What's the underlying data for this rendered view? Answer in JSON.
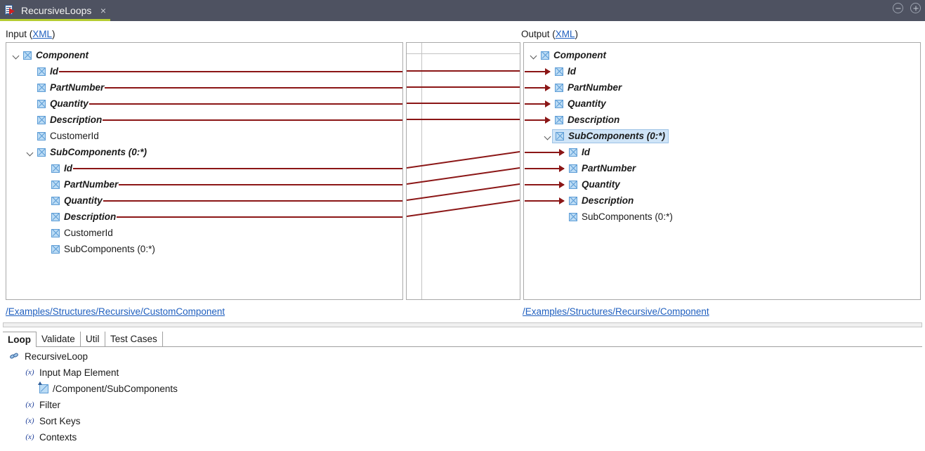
{
  "window": {
    "tab_title": "RecursiveLoops",
    "tab_icon": "mapping-document-icon",
    "close_label": "×",
    "minimize_label": "minimize",
    "maximize_label": "maximize"
  },
  "input_section": {
    "label_prefix": "Input (",
    "label_link": "XML",
    "label_suffix": ")",
    "path": "/Examples/Structures/Recursive/CustomComponent",
    "nodes": [
      {
        "label": "Component",
        "depth": 0,
        "mapped": true,
        "expandable": true,
        "expanded": true,
        "connected": false
      },
      {
        "label": "Id",
        "depth": 1,
        "mapped": true,
        "expandable": false,
        "expanded": false,
        "connected": true
      },
      {
        "label": "PartNumber",
        "depth": 1,
        "mapped": true,
        "expandable": false,
        "expanded": false,
        "connected": true
      },
      {
        "label": "Quantity",
        "depth": 1,
        "mapped": true,
        "expandable": false,
        "expanded": false,
        "connected": true
      },
      {
        "label": "Description",
        "depth": 1,
        "mapped": true,
        "expandable": false,
        "expanded": false,
        "connected": true
      },
      {
        "label": "CustomerId",
        "depth": 1,
        "mapped": false,
        "expandable": false,
        "expanded": false,
        "connected": false
      },
      {
        "label": "SubComponents (0:*)",
        "depth": 1,
        "mapped": true,
        "expandable": true,
        "expanded": true,
        "connected": false
      },
      {
        "label": "Id",
        "depth": 2,
        "mapped": true,
        "expandable": false,
        "expanded": false,
        "connected": true
      },
      {
        "label": "PartNumber",
        "depth": 2,
        "mapped": true,
        "expandable": false,
        "expanded": false,
        "connected": true
      },
      {
        "label": "Quantity",
        "depth": 2,
        "mapped": true,
        "expandable": false,
        "expanded": false,
        "connected": true
      },
      {
        "label": "Description",
        "depth": 2,
        "mapped": true,
        "expandable": false,
        "expanded": false,
        "connected": true
      },
      {
        "label": "CustomerId",
        "depth": 2,
        "mapped": false,
        "expandable": false,
        "expanded": false,
        "connected": false
      },
      {
        "label": "SubComponents (0:*)",
        "depth": 2,
        "mapped": false,
        "expandable": false,
        "expanded": false,
        "connected": false
      }
    ]
  },
  "output_section": {
    "label_prefix": "Output (",
    "label_link": "XML",
    "label_suffix": ")",
    "path": "/Examples/Structures/Recursive/Component",
    "nodes": [
      {
        "label": "Component",
        "depth": 0,
        "mapped": true,
        "expandable": true,
        "expanded": true,
        "arrow": false,
        "selected": false
      },
      {
        "label": "Id",
        "depth": 1,
        "mapped": true,
        "expandable": false,
        "expanded": false,
        "arrow": true,
        "selected": false
      },
      {
        "label": "PartNumber",
        "depth": 1,
        "mapped": true,
        "expandable": false,
        "expanded": false,
        "arrow": true,
        "selected": false
      },
      {
        "label": "Quantity",
        "depth": 1,
        "mapped": true,
        "expandable": false,
        "expanded": false,
        "arrow": true,
        "selected": false
      },
      {
        "label": "Description",
        "depth": 1,
        "mapped": true,
        "expandable": false,
        "expanded": false,
        "arrow": true,
        "selected": false
      },
      {
        "label": "SubComponents (0:*)",
        "depth": 1,
        "mapped": true,
        "expandable": true,
        "expanded": true,
        "arrow": false,
        "selected": true
      },
      {
        "label": "Id",
        "depth": 2,
        "mapped": true,
        "expandable": false,
        "expanded": false,
        "arrow": true,
        "selected": false
      },
      {
        "label": "PartNumber",
        "depth": 2,
        "mapped": true,
        "expandable": false,
        "expanded": false,
        "arrow": true,
        "selected": false
      },
      {
        "label": "Quantity",
        "depth": 2,
        "mapped": true,
        "expandable": false,
        "expanded": false,
        "arrow": true,
        "selected": false
      },
      {
        "label": "Description",
        "depth": 2,
        "mapped": true,
        "expandable": false,
        "expanded": false,
        "arrow": true,
        "selected": false
      },
      {
        "label": "SubComponents (0:*)",
        "depth": 2,
        "mapped": false,
        "expandable": false,
        "expanded": false,
        "arrow": false,
        "selected": false
      }
    ]
  },
  "mapping_links": [
    {
      "from_row": 1,
      "to_row": 1,
      "type": "straight"
    },
    {
      "from_row": 2,
      "to_row": 2,
      "type": "straight"
    },
    {
      "from_row": 3,
      "to_row": 3,
      "type": "straight"
    },
    {
      "from_row": 4,
      "to_row": 4,
      "type": "straight"
    },
    {
      "from_row": 7,
      "to_row": 6,
      "type": "diagonal"
    },
    {
      "from_row": 8,
      "to_row": 7,
      "type": "diagonal"
    },
    {
      "from_row": 9,
      "to_row": 8,
      "type": "diagonal"
    },
    {
      "from_row": 10,
      "to_row": 9,
      "type": "diagonal"
    }
  ],
  "bottom_tabs": [
    {
      "label": "Loop",
      "active": true
    },
    {
      "label": "Validate",
      "active": false
    },
    {
      "label": "Util",
      "active": false
    },
    {
      "label": "Test Cases",
      "active": false
    }
  ],
  "loop_tree": [
    {
      "label": "RecursiveLoop",
      "depth": 0,
      "icon": "chain-icon",
      "expandable": true,
      "expanded": true
    },
    {
      "label": "Input Map Element",
      "depth": 1,
      "icon": "function-icon",
      "expandable": true,
      "expanded": true
    },
    {
      "label": "/Component/SubComponents",
      "depth": 2,
      "icon": "element-icon",
      "expandable": false,
      "expanded": false
    },
    {
      "label": "Filter",
      "depth": 1,
      "icon": "function-icon",
      "expandable": false,
      "expanded": false
    },
    {
      "label": "Sort Keys",
      "depth": 1,
      "icon": "function-icon",
      "expandable": false,
      "expanded": false
    },
    {
      "label": "Contexts",
      "depth": 1,
      "icon": "function-icon",
      "expandable": false,
      "expanded": false
    }
  ],
  "colors": {
    "titlebar": "#4e5261",
    "tab_accent": "#b5cc32",
    "link": "#1f5fbf",
    "connector": "#8b1616",
    "selection": "#cfe4f7",
    "icon_fill": "#bcdcf5",
    "icon_border": "#5b9bd5"
  }
}
